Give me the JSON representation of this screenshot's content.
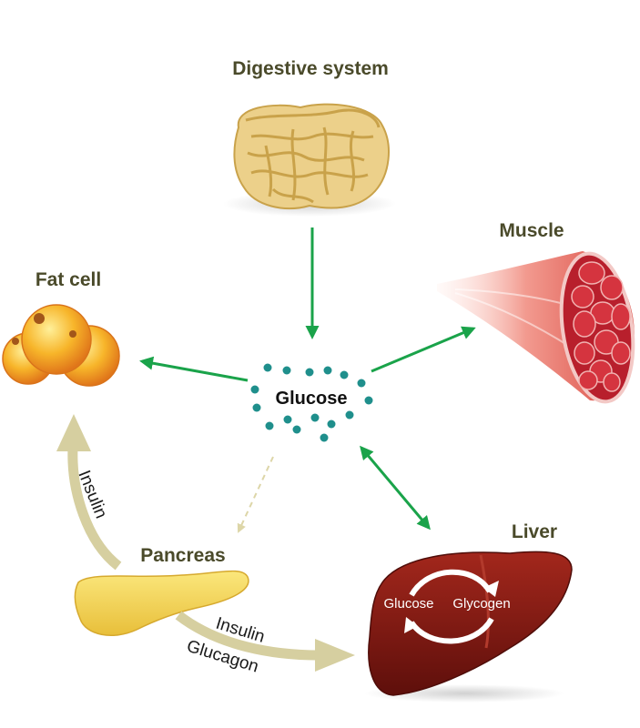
{
  "nodes": {
    "digestive": "Digestive system",
    "muscle": "Muscle",
    "fat_cell": "Fat cell",
    "pancreas": "Pancreas",
    "liver": "Liver",
    "glucose": "Glucose"
  },
  "flows": {
    "pancreas_to_fat": "Insulin",
    "pancreas_to_liver_1": "Insulin",
    "pancreas_to_liver_2": "Glucagon"
  },
  "liver_cycle": {
    "left": "Glucose",
    "right": "Glycogen"
  },
  "colors": {
    "green_arrow": "#1aa34a",
    "tan_arrow": "#d6cfa0",
    "glucose_dot": "#1f8f8c",
    "label": "#4a4a2a",
    "liver": "#8a1c14",
    "pancreas": "#f3d35a",
    "fat_cell": "#f5a21e",
    "muscle": "#c8323a",
    "intestine": "#e9c978"
  }
}
